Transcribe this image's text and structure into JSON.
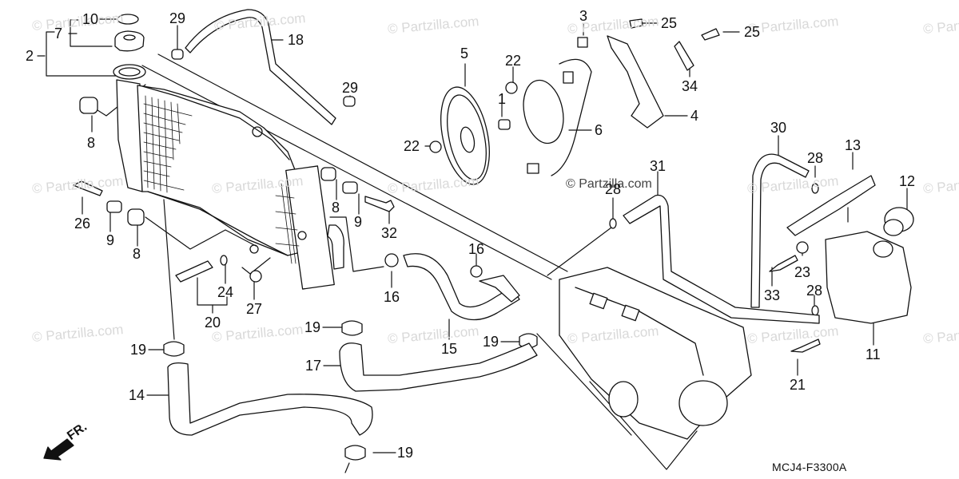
{
  "diagram": {
    "title": "Radiator exploded parts diagram",
    "drawing_code": "MCJ4-F3300A",
    "direction_marker": "FR.",
    "watermark_text": "© Partzilla.com",
    "callouts": [
      {
        "id": "c10",
        "label": "10",
        "part": "cap-seal"
      },
      {
        "id": "c7",
        "label": "7",
        "part": "radiator-cap"
      },
      {
        "id": "c2",
        "label": "2",
        "part": "radiator-assembly"
      },
      {
        "id": "c8a",
        "label": "8",
        "part": "rubber-grommet"
      },
      {
        "id": "c29a",
        "label": "29",
        "part": "hose-clip"
      },
      {
        "id": "c18",
        "label": "18",
        "part": "siphon-tube"
      },
      {
        "id": "c29b",
        "label": "29",
        "part": "hose-clip"
      },
      {
        "id": "c5",
        "label": "5",
        "part": "fan-shroud"
      },
      {
        "id": "c22a",
        "label": "22",
        "part": "flange-nut"
      },
      {
        "id": "c1",
        "label": "1",
        "part": "collar"
      },
      {
        "id": "c22b",
        "label": "22",
        "part": "flange-nut"
      },
      {
        "id": "c6",
        "label": "6",
        "part": "fan-motor"
      },
      {
        "id": "c3",
        "label": "3",
        "part": "clip"
      },
      {
        "id": "c25a",
        "label": "25",
        "part": "bolt"
      },
      {
        "id": "c25b",
        "label": "25",
        "part": "bolt"
      },
      {
        "id": "c34",
        "label": "34",
        "part": "stay"
      },
      {
        "id": "c4",
        "label": "4",
        "part": "motor-stay"
      },
      {
        "id": "c26",
        "label": "26",
        "part": "flange-bolt"
      },
      {
        "id": "c9a",
        "label": "9",
        "part": "collar"
      },
      {
        "id": "c8b",
        "label": "8",
        "part": "rubber-grommet"
      },
      {
        "id": "c8c",
        "label": "8",
        "part": "rubber-grommet"
      },
      {
        "id": "c9b",
        "label": "9",
        "part": "collar"
      },
      {
        "id": "c32",
        "label": "32",
        "part": "flange-bolt"
      },
      {
        "id": "c24",
        "label": "24",
        "part": "washer"
      },
      {
        "id": "c27",
        "label": "27",
        "part": "nut"
      },
      {
        "id": "c20",
        "label": "20",
        "part": "thermo-switch"
      },
      {
        "id": "c16a",
        "label": "16",
        "part": "hose-clamp"
      },
      {
        "id": "c16b",
        "label": "16",
        "part": "hose-clamp"
      },
      {
        "id": "c15",
        "label": "15",
        "part": "water-hose"
      },
      {
        "id": "c30",
        "label": "30",
        "part": "overflow-tube"
      },
      {
        "id": "c31",
        "label": "31",
        "part": "breather-tube"
      },
      {
        "id": "c28a",
        "label": "28",
        "part": "tube-clip"
      },
      {
        "id": "c28b",
        "label": "28",
        "part": "tube-clip"
      },
      {
        "id": "c13",
        "label": "13",
        "part": "reserve-tank-stay"
      },
      {
        "id": "c12",
        "label": "12",
        "part": "reserve-tank-cap"
      },
      {
        "id": "c23",
        "label": "23",
        "part": "collar"
      },
      {
        "id": "c33",
        "label": "33",
        "part": "bolt"
      },
      {
        "id": "c28c",
        "label": "28",
        "part": "tube-clip"
      },
      {
        "id": "c11",
        "label": "11",
        "part": "reserve-tank"
      },
      {
        "id": "c21",
        "label": "21",
        "part": "bolt"
      },
      {
        "id": "c19a",
        "label": "19",
        "part": "hose-band"
      },
      {
        "id": "c19b",
        "label": "19",
        "part": "hose-band"
      },
      {
        "id": "c19c",
        "label": "19",
        "part": "hose-band"
      },
      {
        "id": "c19d",
        "label": "19",
        "part": "hose-band"
      },
      {
        "id": "c17",
        "label": "17",
        "part": "water-hose"
      },
      {
        "id": "c14",
        "label": "14",
        "part": "water-hose"
      }
    ]
  }
}
